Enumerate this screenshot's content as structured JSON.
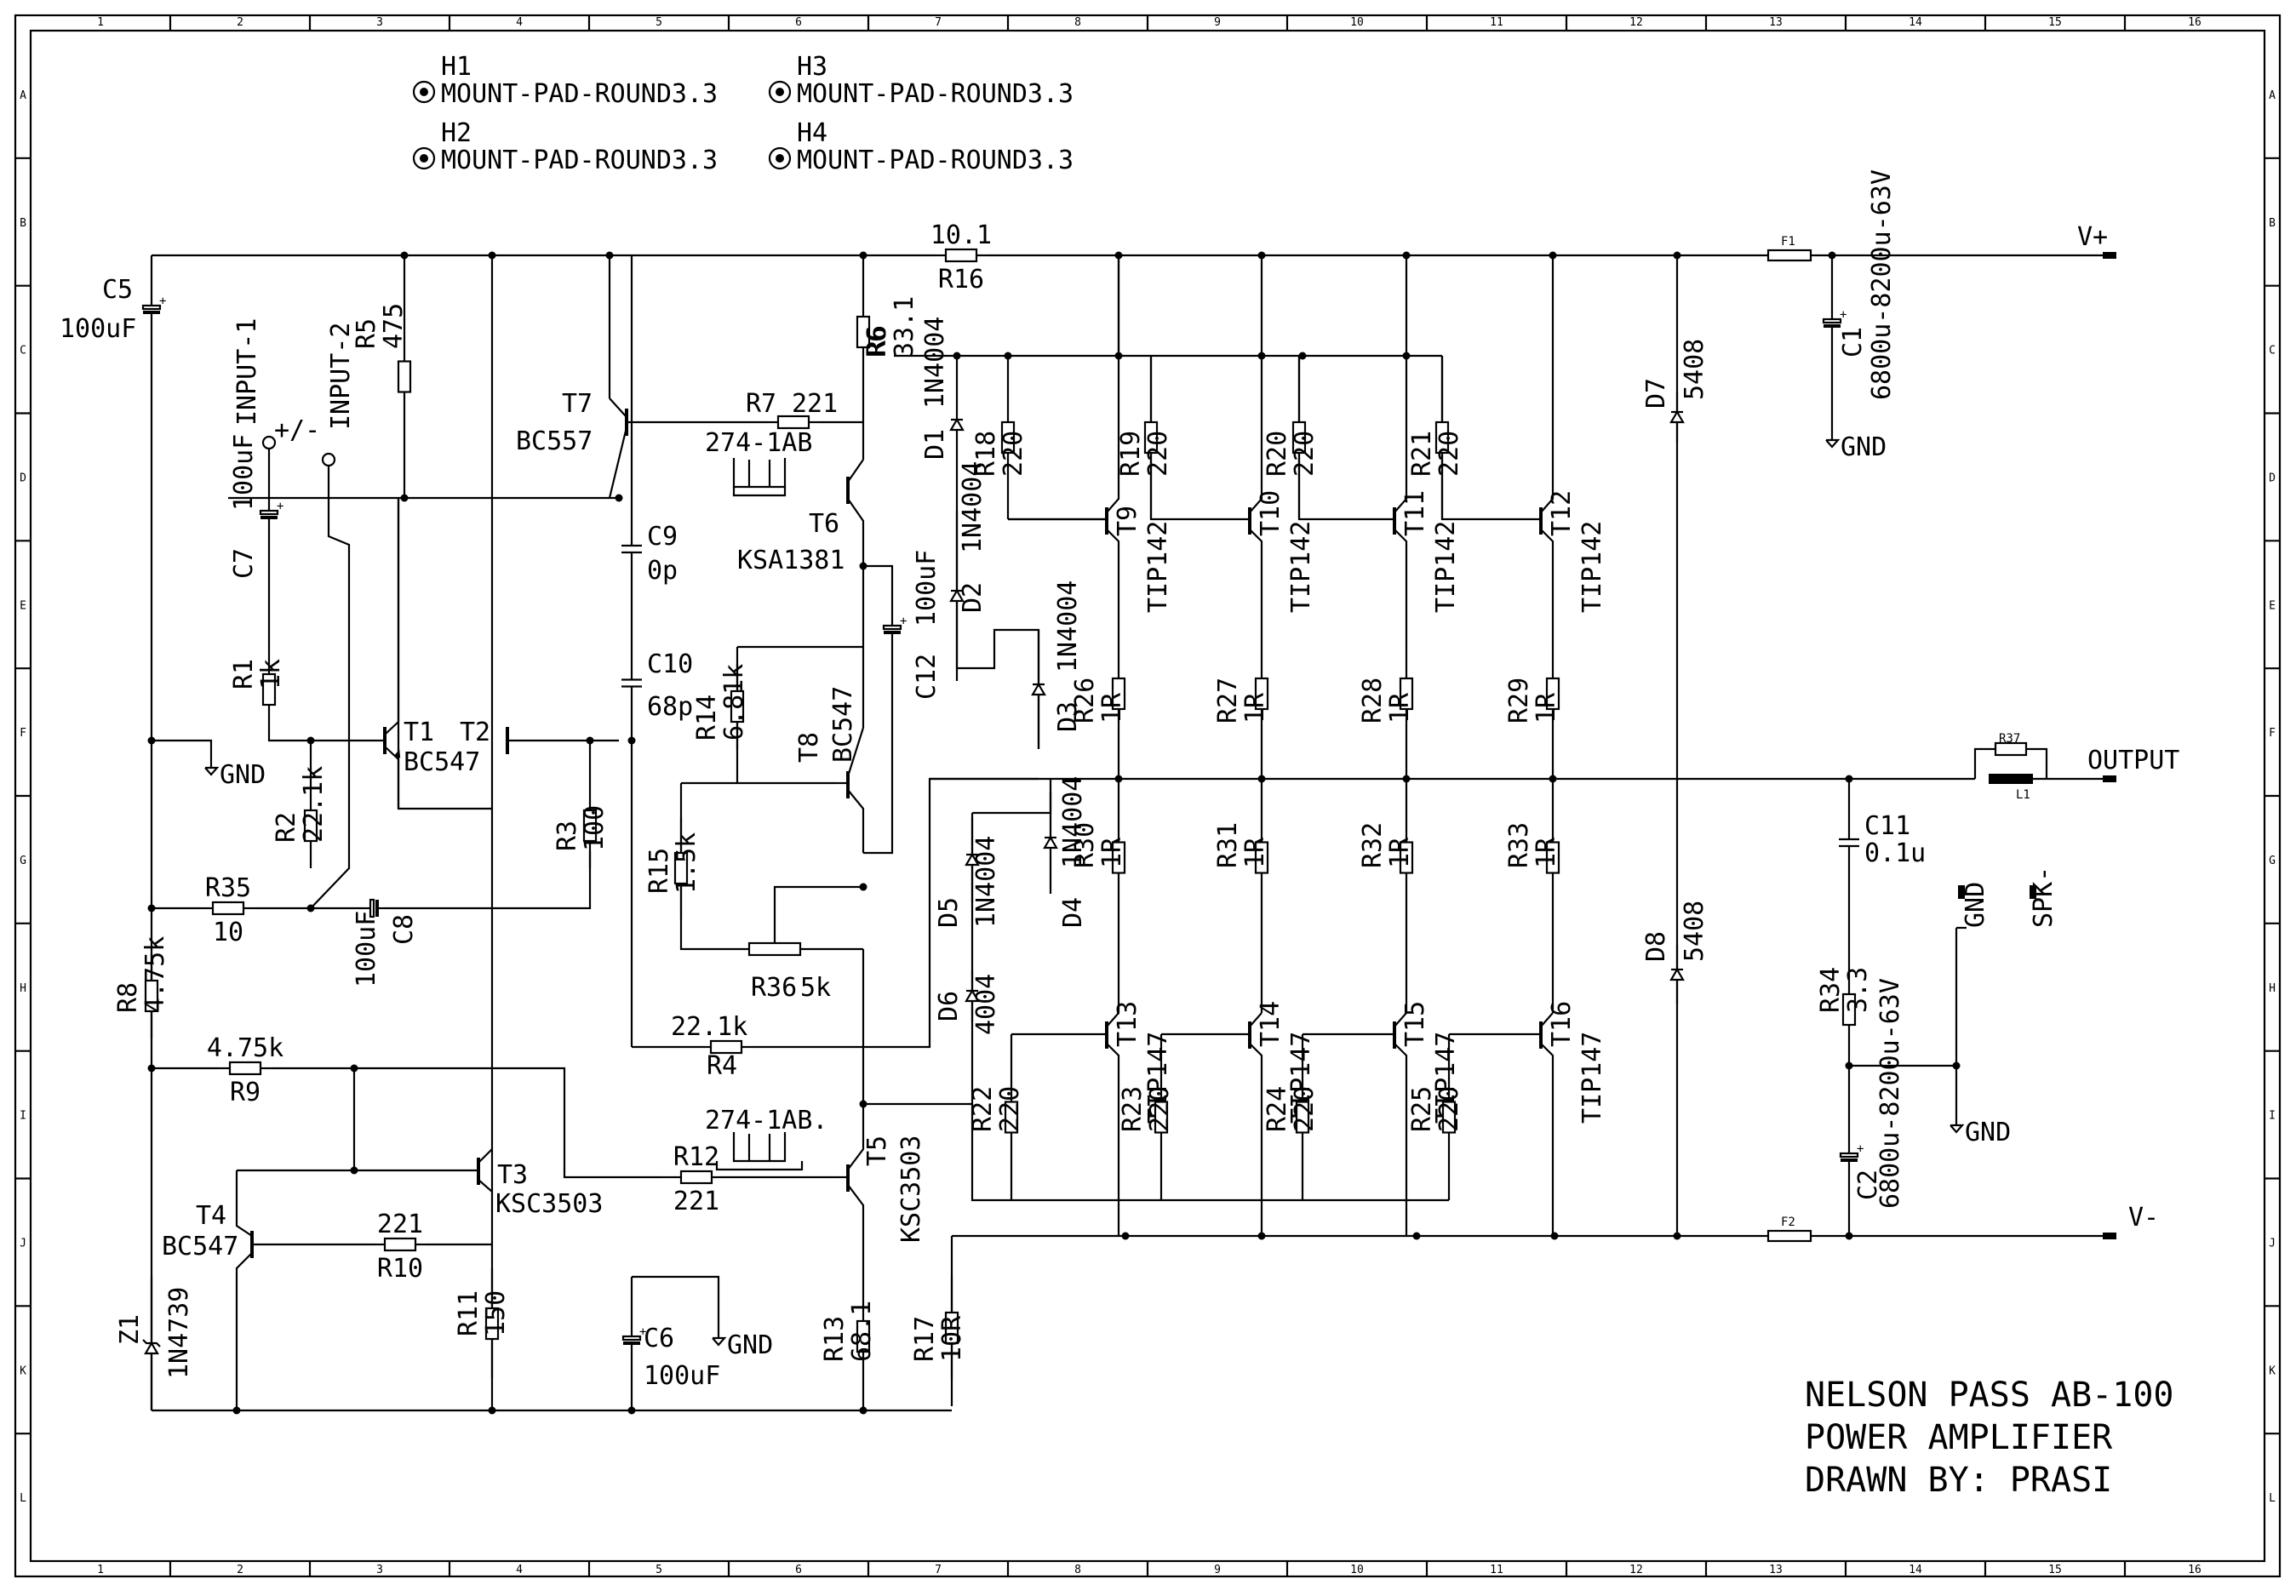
{
  "title_block": {
    "line1": "NELSON PASS AB-100",
    "line2": "POWER AMPLIFIER",
    "line3": "DRAWN BY: PRASI"
  },
  "border": {
    "columns": [
      "1",
      "2",
      "3",
      "4",
      "5",
      "6",
      "7",
      "8",
      "9",
      "10",
      "11",
      "12",
      "13",
      "14",
      "15",
      "16"
    ],
    "rows": [
      "A",
      "B",
      "C",
      "D",
      "E",
      "F",
      "G",
      "H",
      "I",
      "J",
      "K",
      "L"
    ]
  },
  "mount_pads": [
    {
      "ref": "H1",
      "value": "MOUNT-PAD-ROUND3.3"
    },
    {
      "ref": "H2",
      "value": "MOUNT-PAD-ROUND3.3"
    },
    {
      "ref": "H3",
      "value": "MOUNT-PAD-ROUND3.3"
    },
    {
      "ref": "H4",
      "value": "MOUNT-PAD-ROUND3.3"
    }
  ],
  "ports": {
    "vplus": "V+",
    "vminus": "V-",
    "output": "OUTPUT",
    "gnd": "GND",
    "spk": "SPK-",
    "input1": "INPUT-1",
    "input2": "INPUT-2",
    "polarity": "+/-"
  },
  "components": {
    "C5": [
      "C5",
      "100uF"
    ],
    "C7": [
      "C7",
      "100uF"
    ],
    "C8": [
      "C8",
      "100uF"
    ],
    "C9": [
      "C9",
      "0p"
    ],
    "C10": [
      "C10",
      "68p"
    ],
    "C12": [
      "C12",
      "100uF"
    ],
    "C6": [
      "C6",
      "100uF"
    ],
    "C11": [
      "C11",
      "0.1u"
    ],
    "C1": [
      "C1",
      "6800u-8200u-63V"
    ],
    "C2": [
      "C2",
      "6800u-8200u-63V"
    ],
    "R5": [
      "R5",
      "475"
    ],
    "R1": [
      "R1",
      "1k"
    ],
    "R2": [
      "R2",
      "22.1k"
    ],
    "R3": [
      "R3",
      "100"
    ],
    "R35": [
      "R35",
      "10"
    ],
    "R8": [
      "R8",
      "4.75k"
    ],
    "R9": [
      "R9",
      "4.75k"
    ],
    "R10": [
      "R10",
      "221"
    ],
    "R11": [
      "R11",
      "150"
    ],
    "R16": [
      "R16",
      "10.1"
    ],
    "R6": [
      "R6",
      "33.1"
    ],
    "R7": [
      "R7",
      "221"
    ],
    "R14": [
      "R14",
      "6.81k"
    ],
    "R15": [
      "R15",
      "1.5k"
    ],
    "R36": [
      "R36",
      "5k"
    ],
    "R4": [
      "R4",
      "22.1k"
    ],
    "R12": [
      "R12",
      "221"
    ],
    "R13": [
      "R13",
      "68.1"
    ],
    "R17": [
      "R17",
      "10R"
    ],
    "R18": [
      "R18",
      "220"
    ],
    "R19": [
      "R19",
      "220"
    ],
    "R20": [
      "R20",
      "220"
    ],
    "R21": [
      "R21",
      "220"
    ],
    "R22": [
      "R22",
      "220"
    ],
    "R23": [
      "R23",
      "220"
    ],
    "R24": [
      "R24",
      "220"
    ],
    "R25": [
      "R25",
      "220"
    ],
    "R26": [
      "R26",
      "1R"
    ],
    "R27": [
      "R27",
      "1R"
    ],
    "R28": [
      "R28",
      "1R"
    ],
    "R29": [
      "R29",
      "1R"
    ],
    "R30": [
      "R30",
      "1R"
    ],
    "R31": [
      "R31",
      "1R"
    ],
    "R32": [
      "R32",
      "1R"
    ],
    "R33": [
      "R33",
      "1R"
    ],
    "R34": [
      "R34",
      "3.3"
    ],
    "R37": [
      "R37",
      ""
    ],
    "T1": [
      "T1",
      "BC547"
    ],
    "T2": [
      "T2",
      ""
    ],
    "T3": [
      "T3",
      "KSC3503"
    ],
    "T4": [
      "T4",
      "BC547"
    ],
    "T5": [
      "T5",
      "KSC3503"
    ],
    "T6": [
      "T6",
      "KSA1381"
    ],
    "T7": [
      "T7",
      "BC557"
    ],
    "T8": [
      "T8",
      "BC547"
    ],
    "T9": [
      "T9",
      "TIP142"
    ],
    "T10": [
      "T10",
      "TIP142"
    ],
    "T11": [
      "T11",
      "TIP142"
    ],
    "T12": [
      "T12",
      "TIP142"
    ],
    "T13": [
      "T13",
      "TIP147"
    ],
    "T14": [
      "T14",
      "TIP147"
    ],
    "T15": [
      "T15",
      "TIP147"
    ],
    "T16": [
      "T16",
      "TIP147"
    ],
    "D1": [
      "D1",
      "1N4004"
    ],
    "D2": [
      "D2",
      "1N4004"
    ],
    "D3": [
      "D3",
      "1N4004"
    ],
    "D4": [
      "D4",
      "1N4004"
    ],
    "D5": [
      "D5",
      "1N4004"
    ],
    "D6": [
      "D6",
      "4004"
    ],
    "D7": [
      "D7",
      "5408"
    ],
    "D8": [
      "D8",
      "5408"
    ],
    "Z1": [
      "Z1",
      "1N4739"
    ],
    "F1": [
      "F1",
      ""
    ],
    "F2": [
      "F2",
      ""
    ],
    "L1": [
      "L1",
      ""
    ]
  },
  "heatsinks": {
    "hs1": "274-1AB",
    "hs2": "274-1AB."
  }
}
